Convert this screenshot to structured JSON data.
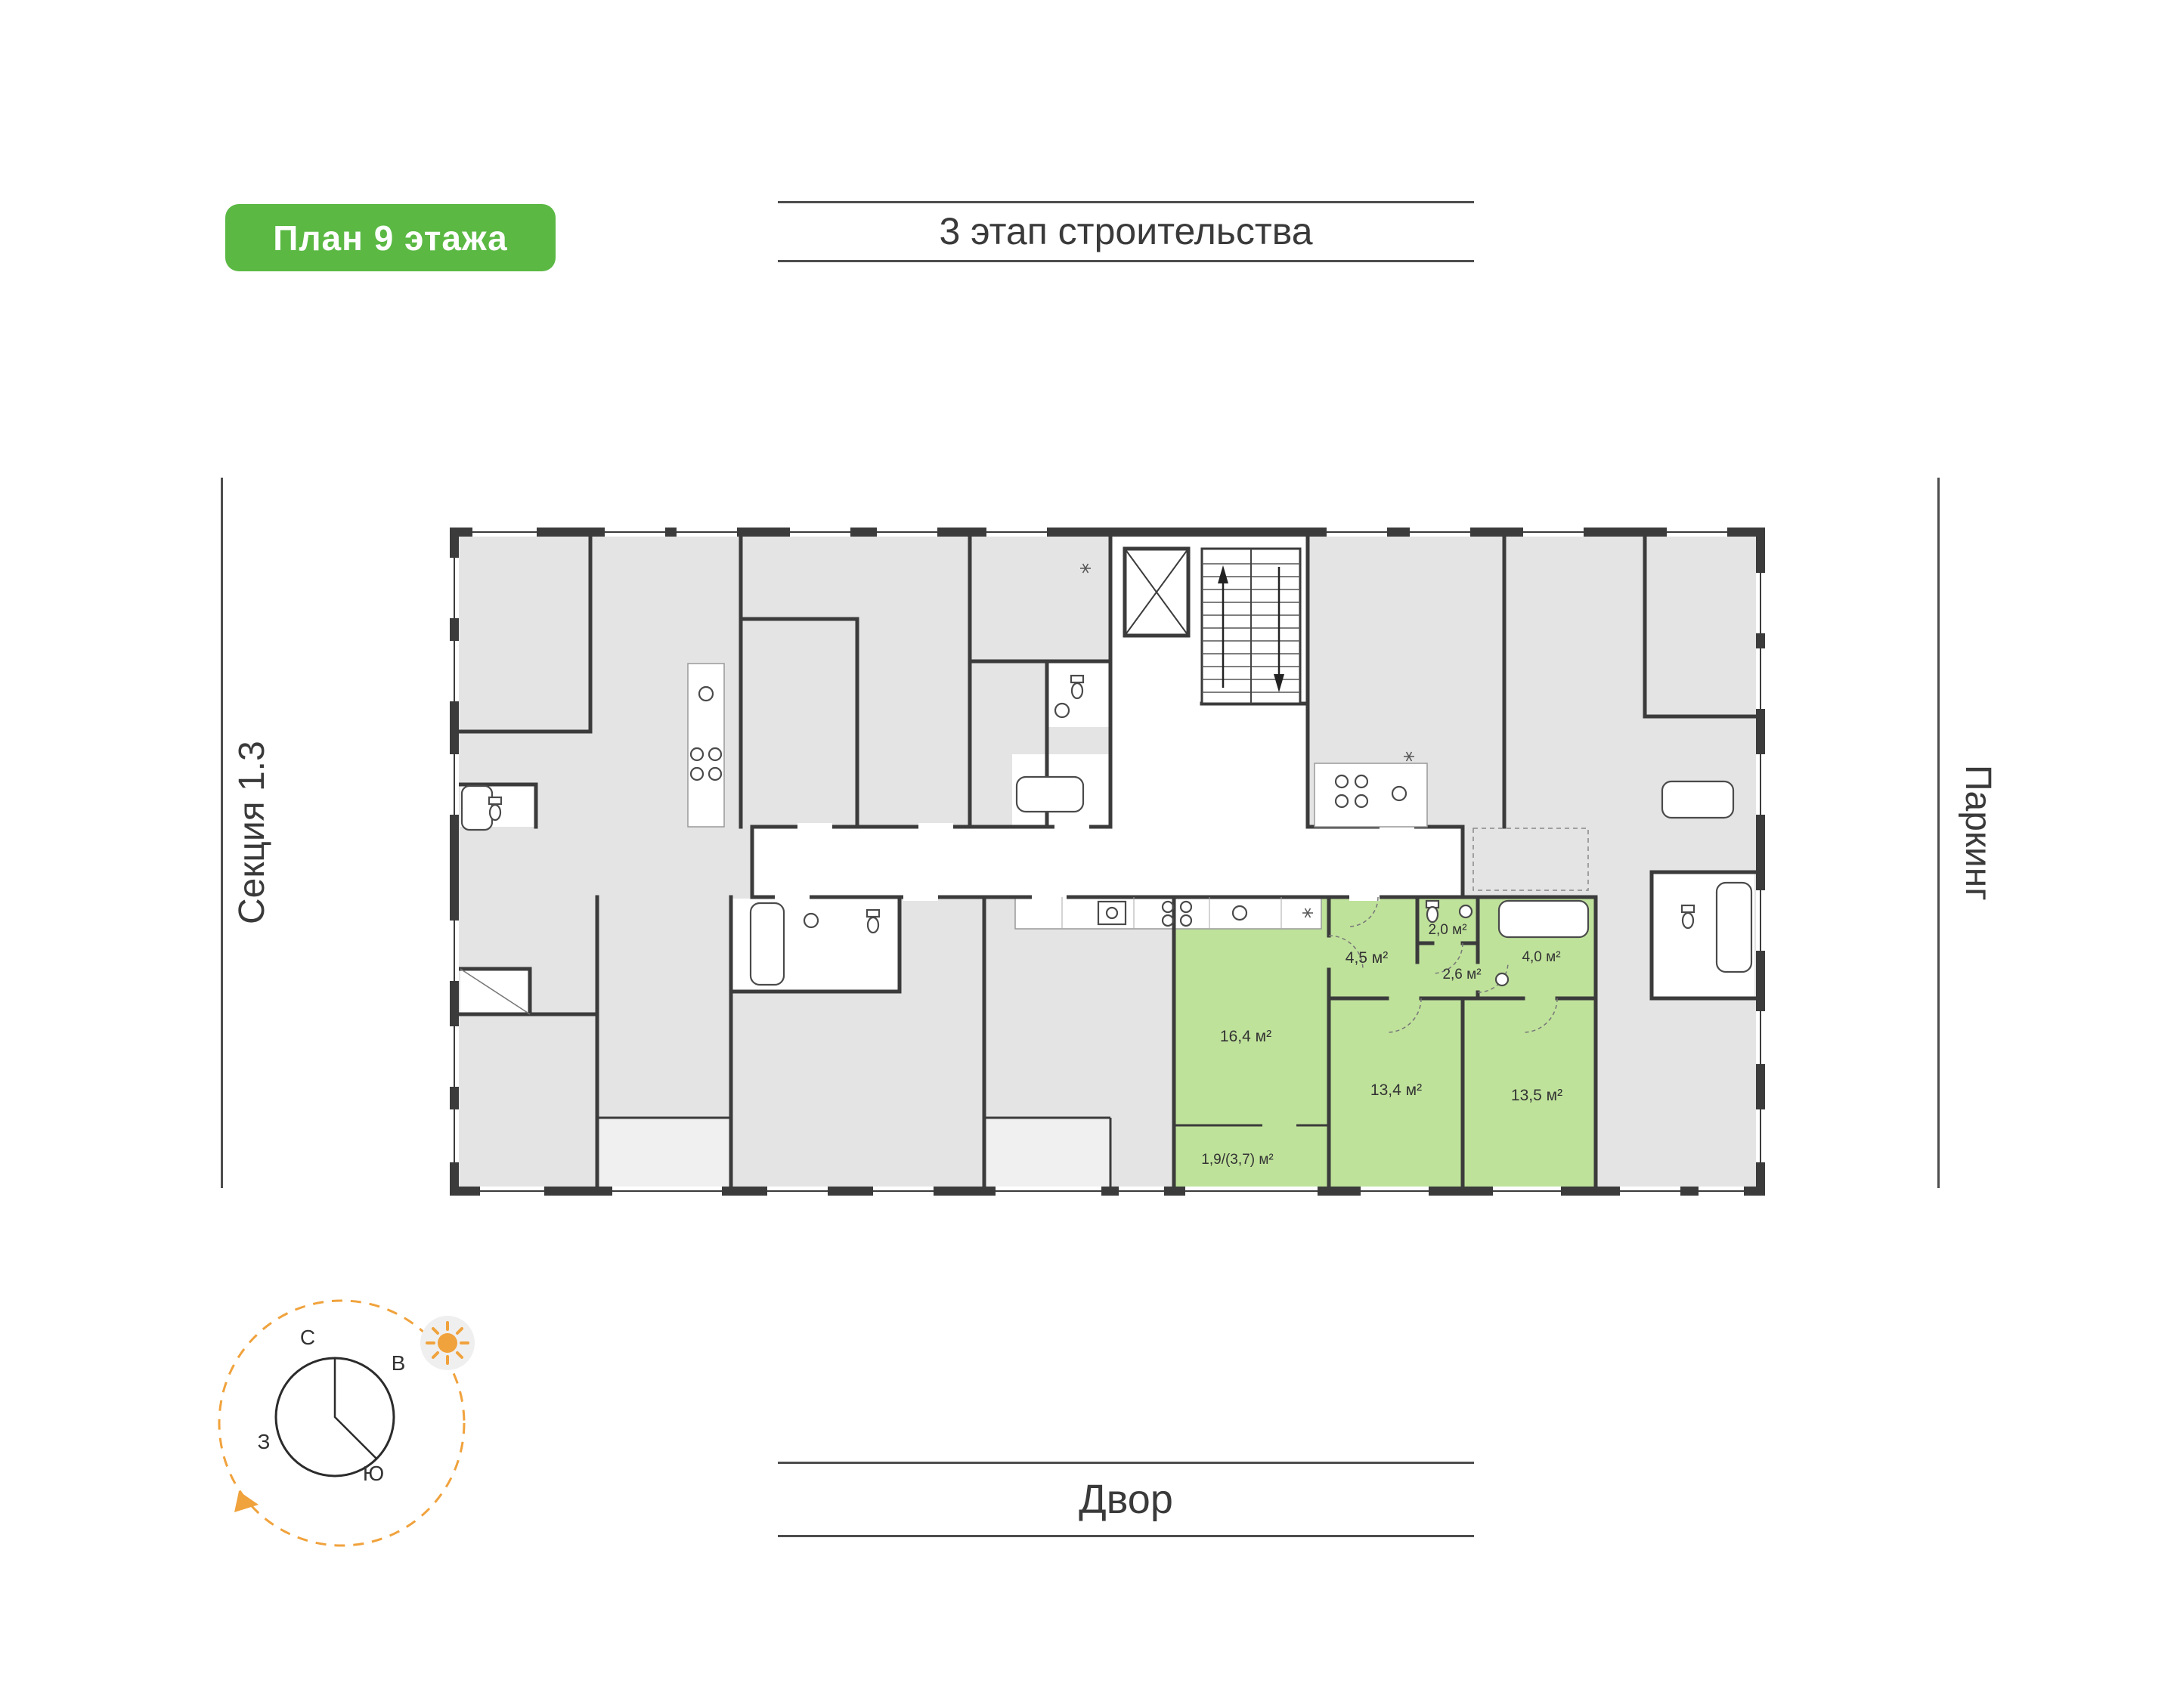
{
  "page": {
    "badge_label": "План 9 этажа",
    "construction_stage_label": "3 этап строительства",
    "section_label": "Секция 1.3",
    "parking_label": "Паркинг",
    "yard_label": "Двор"
  },
  "compass": {
    "north_label": "С",
    "east_label": "В",
    "south_label": "Ю",
    "west_label": "З"
  },
  "floor_plan": {
    "highlighted_apartment": {
      "rooms": [
        {
          "name": "living-kitchen",
          "area_label": "16,4 м²"
        },
        {
          "name": "bedroom-1",
          "area_label": "13,4 м²"
        },
        {
          "name": "bedroom-2",
          "area_label": "13,5 м²"
        },
        {
          "name": "hallway",
          "area_label": "4,5 м²"
        },
        {
          "name": "wc",
          "area_label": "2,0 м²"
        },
        {
          "name": "corridor",
          "area_label": "2,6 м²"
        },
        {
          "name": "bathroom",
          "area_label": "4,0 м²"
        },
        {
          "name": "balcony",
          "area_label": "1,9/(3,7) м²"
        }
      ]
    },
    "colors": {
      "highlight_green": "#bfe29b",
      "accent_green": "#5ab843",
      "apartment_gray": "#e4e4e4",
      "wall_dark": "#3b3b3b",
      "compass_orange": "#f0a23c"
    }
  }
}
